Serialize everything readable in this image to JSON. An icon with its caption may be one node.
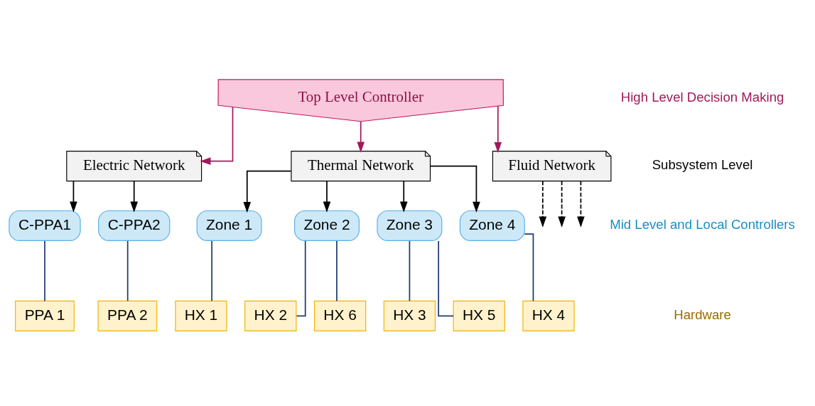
{
  "diagram": {
    "nodes": [
      {
        "text": [
          "Top Level Controller"
        ]
      },
      {
        "text": [
          "Electric Network"
        ]
      },
      {
        "text": [
          "Thermal Network"
        ]
      },
      {
        "text": [
          "Fluid Network"
        ]
      },
      {
        "text": [
          "C-PPA1"
        ]
      },
      {
        "text": [
          "C-PPA2"
        ]
      },
      {
        "text": [
          "Zone 1"
        ]
      },
      {
        "text": [
          "Zone 2"
        ]
      },
      {
        "text": [
          "Zone 3"
        ]
      },
      {
        "text": [
          "Zone 4"
        ]
      },
      {
        "text": [
          "PPA 1"
        ]
      },
      {
        "text": [
          "PPA 2"
        ]
      },
      {
        "text": [
          "HX 1"
        ]
      },
      {
        "text": [
          "HX 2"
        ]
      },
      {
        "text": [
          "HX 6"
        ]
      },
      {
        "text": [
          "HX 3"
        ]
      },
      {
        "text": [
          "HX 5"
        ]
      },
      {
        "text": [
          "HX 4"
        ]
      }
    ],
    "edges": [
      {
        "from": 0,
        "to": 1,
        "arrow": "to",
        "color": "#a3195b"
      },
      {
        "from": 0,
        "to": 2,
        "arrow": "to",
        "color": "#a3195b"
      },
      {
        "from": 0,
        "to": 3,
        "arrow": "to",
        "color": "#a3195b"
      },
      {
        "from": 1,
        "to": 4,
        "arrow": "to"
      },
      {
        "from": 1,
        "to": 5,
        "arrow": "to"
      },
      {
        "from": 2,
        "to": 6,
        "arrow": "to"
      },
      {
        "from": 2,
        "to": 7,
        "arrow": "to"
      },
      {
        "from": 2,
        "to": 8,
        "arrow": "to"
      },
      {
        "from": 2,
        "to": 9,
        "arrow": "to"
      },
      {
        "from": 3,
        "to": null,
        "arrow": "to",
        "style": "dashed"
      },
      {
        "from": 3,
        "to": null,
        "arrow": "to",
        "style": "dashed"
      },
      {
        "from": 3,
        "to": null,
        "arrow": "to",
        "style": "dashed"
      },
      {
        "from": 4,
        "to": 10,
        "arrow": "none",
        "color": "#1f3b73"
      },
      {
        "from": 5,
        "to": 11,
        "arrow": "none",
        "color": "#1f3b73"
      },
      {
        "from": 6,
        "to": 12,
        "arrow": "none",
        "color": "#1f3b73"
      },
      {
        "from": 7,
        "to": 13,
        "arrow": "none",
        "color": "#1f3b73"
      },
      {
        "from": 7,
        "to": 14,
        "arrow": "none",
        "color": "#1f3b73"
      },
      {
        "from": 8,
        "to": 15,
        "arrow": "none",
        "color": "#1f3b73"
      },
      {
        "from": 8,
        "to": 16,
        "arrow": "none",
        "color": "#1f3b73"
      },
      {
        "from": 9,
        "to": 17,
        "arrow": "none",
        "color": "#1f3b73"
      }
    ],
    "labels": [
      "High Level Decision Making",
      "Subsystem Level",
      "Mid Level and Local Controllers",
      "Hardware"
    ]
  }
}
